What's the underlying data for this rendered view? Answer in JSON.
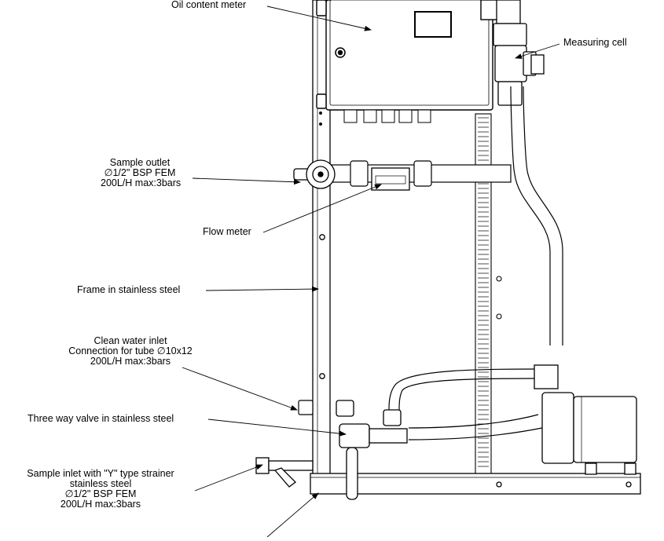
{
  "labels": {
    "oil_content_meter": "Oil content meter",
    "measuring_cell": "Measuring cell",
    "sample_outlet": {
      "line1": "Sample outlet",
      "line2": "∅1/2\" BSP FEM",
      "line3": "200L/H max:3bars"
    },
    "flow_meter": "Flow meter",
    "frame": "Frame in stainless steel",
    "clean_water_inlet": {
      "line1": "Clean water inlet",
      "line2": "Connection for tube  ∅10x12",
      "line3": "200L/H max:3bars"
    },
    "three_way_valve": "Three way valve in stainless steel",
    "sample_inlet": {
      "line1": "Sample inlet with \"Y\" type strainer",
      "line2": "stainless steel",
      "line3": "∅1/2\" BSP FEM",
      "line4": "200L/H max:3bars"
    }
  }
}
